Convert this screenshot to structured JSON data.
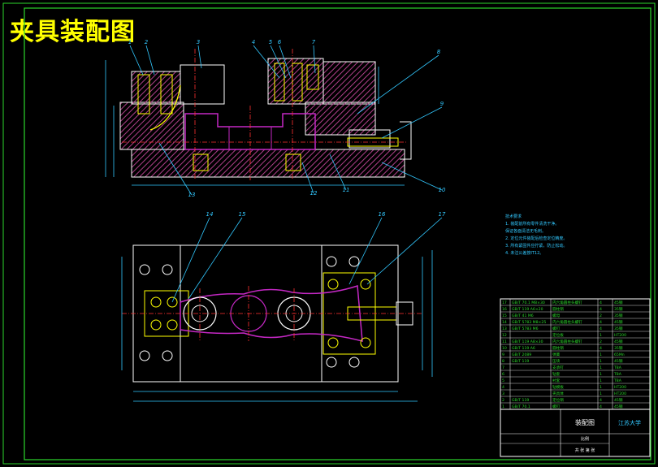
{
  "title": "夹具装配图",
  "balloons_front": [
    "1",
    "2",
    "3",
    "4",
    "5",
    "6",
    "7",
    "8",
    "9",
    "10",
    "11",
    "12",
    "13"
  ],
  "balloons_top": [
    "14",
    "15",
    "16",
    "17"
  ],
  "tech_notes": [
    "技术要求",
    "1. 装配前所有零件清洗干净。",
    "   保证各面清洁无毛刺。",
    "2. 定位元件装配后检查定位精度。",
    "3. 所有紧固件应拧紧，防止松动。",
    "4. 未注公差按IT12。"
  ],
  "parts_rows": [
    [
      "17",
      "GB/T 70.1 M8×30",
      "内六角圆柱头螺钉",
      "4",
      "45钢"
    ],
    [
      "16",
      "GB/T 119 A6×20",
      "圆柱销",
      "4",
      "35钢"
    ],
    [
      "15",
      "GB/T 41 M6",
      "螺母",
      "2",
      "35钢"
    ],
    [
      "14",
      "GB/T 5783 M8×25",
      "内六角圆柱头螺钉",
      "4",
      "45钢"
    ],
    [
      "13",
      "GB/T 5783 M6",
      "螺钉",
      "4",
      "35钢"
    ],
    [
      "12",
      "",
      "定位板",
      "1",
      "HT200"
    ],
    [
      "11",
      "GB/T 119 A8×30",
      "内六角圆柱头螺钉",
      "2",
      "45钢"
    ],
    [
      "10",
      "GB/T 119 A6",
      "圆柱销",
      "4",
      "35钢"
    ],
    [
      "9",
      "GB/T 2089",
      "弹簧",
      "1",
      "65Mn"
    ],
    [
      "8",
      "GB/T 119",
      "压块",
      "1",
      "45钢"
    ],
    [
      "7",
      "",
      "支承钉",
      "1",
      "T8A"
    ],
    [
      "6",
      "",
      "钻套",
      "1",
      "T8A"
    ],
    [
      "5",
      "",
      "衬套",
      "1",
      "T8A"
    ],
    [
      "4",
      "",
      "钻模板",
      "1",
      "HT200"
    ],
    [
      "3",
      "",
      "夹具体",
      "1",
      "HT200"
    ],
    [
      "2",
      "GB/T 119",
      "定位销",
      "4",
      "45钢"
    ],
    [
      "1",
      "GB/T 70.1",
      "螺钉",
      "4",
      "45钢"
    ]
  ],
  "title_block": {
    "drawing_name": "装配图",
    "school": "江苏大学",
    "scale_label": "比例",
    "sheet_label": "共 张 第 张"
  },
  "colors": {
    "border": "#2bd62b",
    "outline": "#ffffff",
    "hatch": "#b0408a",
    "purple": "#c428c4",
    "yellow": "#ffff00",
    "cyan": "#32c8ff",
    "red": "#ff3030"
  }
}
